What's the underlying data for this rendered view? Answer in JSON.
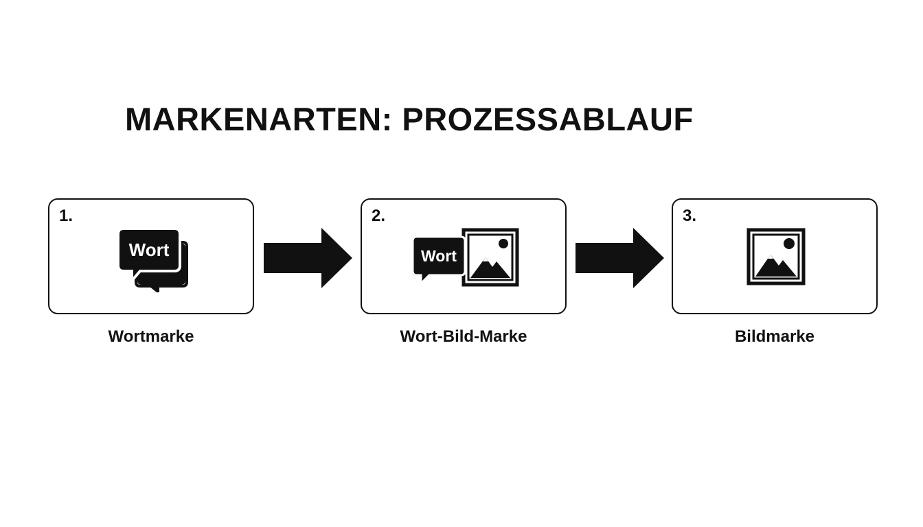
{
  "title": "MARKENARTEN: PROZESSABLAUF",
  "steps": [
    {
      "number": "1.",
      "icon_text": "Wort",
      "label": "Wortmarke",
      "icon": "speech-bubbles-word-icon"
    },
    {
      "number": "2.",
      "icon_text": "Wort",
      "label": "Wort-Bild-Marke",
      "icon": "word-bubble-with-picture-icon"
    },
    {
      "number": "3.",
      "label": "Bildmarke",
      "icon": "picture-icon"
    }
  ],
  "colors": {
    "foreground": "#111111",
    "background": "#ffffff"
  },
  "arrows": [
    "arrow-right-icon",
    "arrow-right-icon"
  ]
}
